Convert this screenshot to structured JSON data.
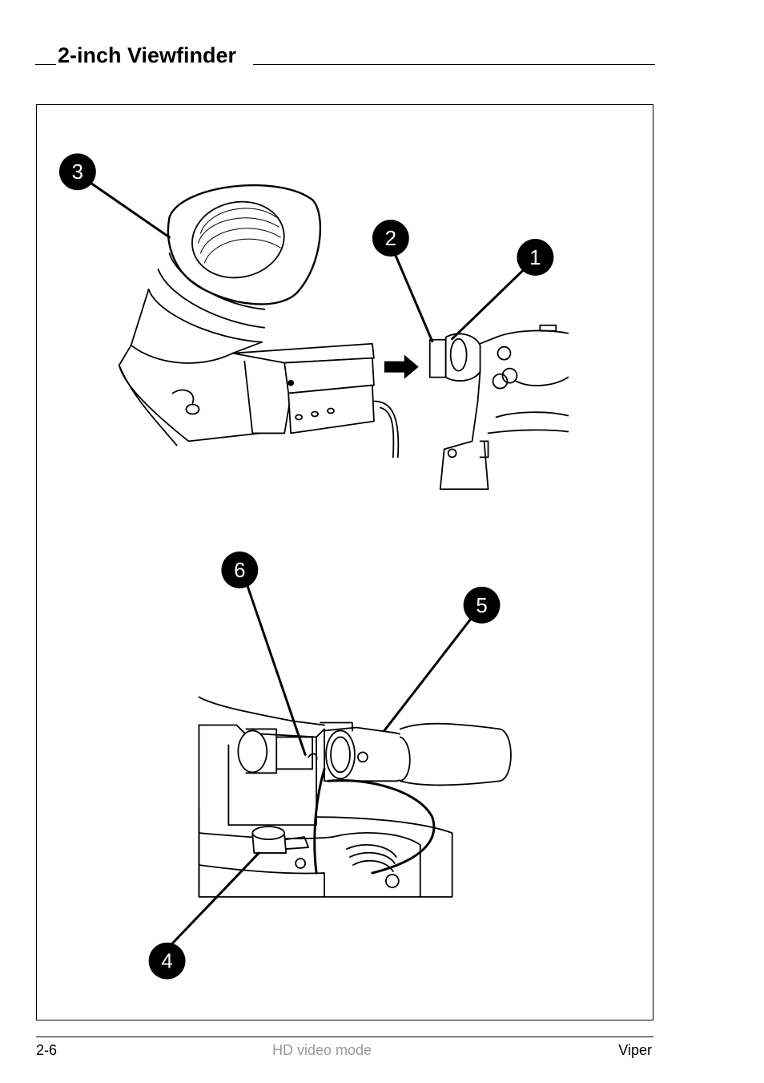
{
  "page": {
    "title": "2-inch Viewfinder"
  },
  "figure": {
    "callouts": [
      "1",
      "2",
      "3",
      "4",
      "5",
      "6"
    ],
    "arrow_icon": "right-arrow-icon"
  },
  "footer": {
    "page_number": "2-6",
    "section": "HD video mode",
    "product": "Viper"
  }
}
